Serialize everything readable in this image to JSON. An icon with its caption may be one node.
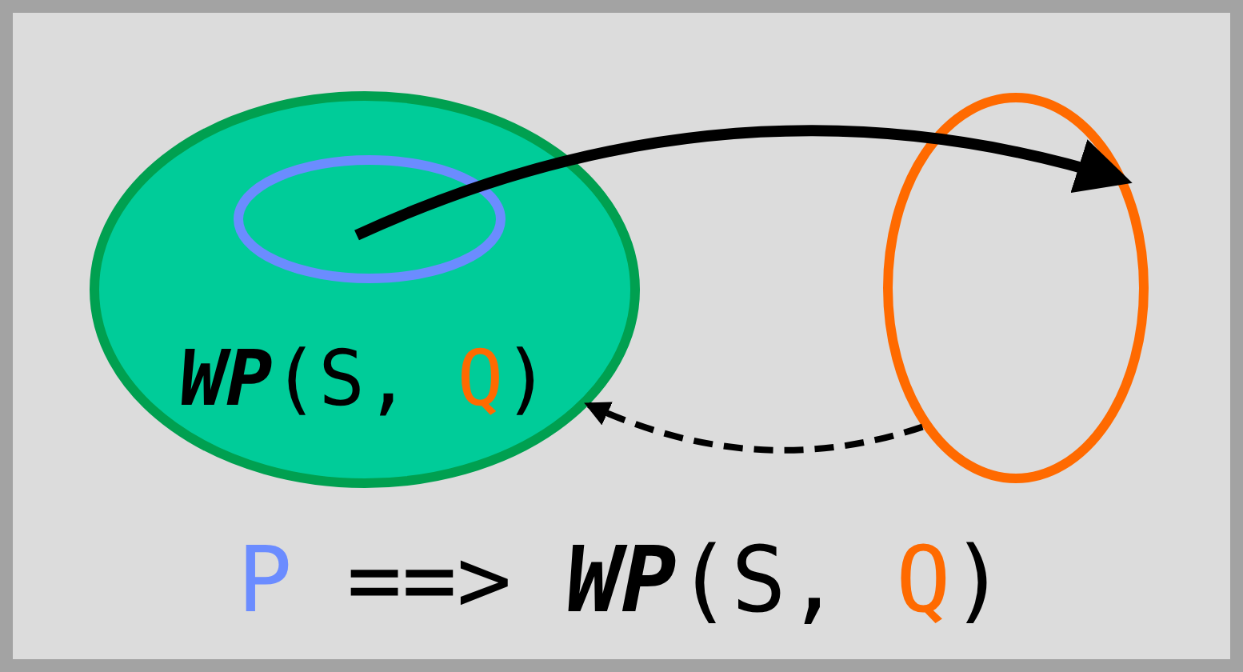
{
  "diagram": {
    "nodes": [
      {
        "text": [
          "**WP**(S,",
          "Q",
          ")"
        ]
      },
      {
        "text": [],
        "shape": "circle",
        "in": 0
      },
      {
        "text": [],
        "shape": "circle"
      }
    ],
    "edges": [
      {
        "from": 1,
        "to": 2,
        "arrow": "to"
      },
      {
        "from": 2,
        "to": 0,
        "arrow": "to",
        "style": "dashed"
      }
    ],
    "labels": [
      "P",
      "==> **WP**(S,",
      "Q",
      ")"
    ]
  }
}
